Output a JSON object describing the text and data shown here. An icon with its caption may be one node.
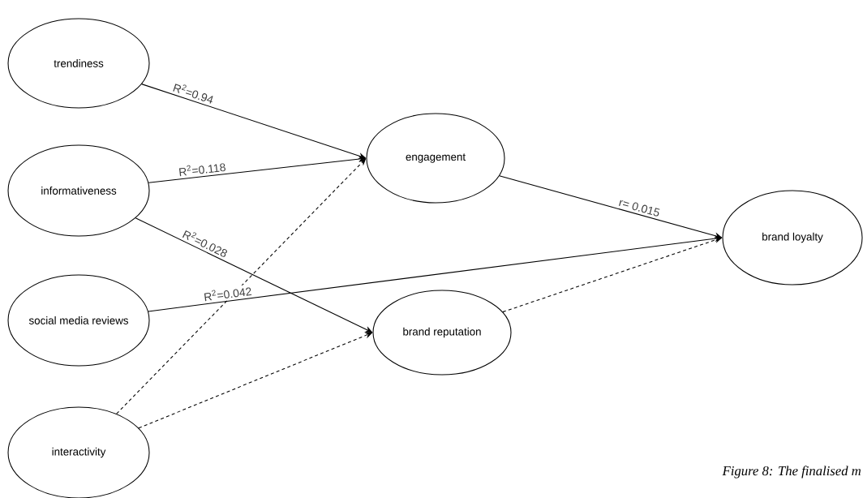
{
  "diagram": {
    "caption": "Figure 8: The finalised m",
    "nodes": [
      {
        "text": [
          "trendiness"
        ]
      },
      {
        "text": [
          "informativeness"
        ]
      },
      {
        "text": [
          "social media reviews"
        ]
      },
      {
        "text": [
          "interactivity"
        ]
      },
      {
        "text": [
          "engagement"
        ]
      },
      {
        "text": [
          "brand reputation"
        ]
      },
      {
        "text": [
          "brand loyalty"
        ]
      }
    ],
    "edges": [
      {
        "from": 0,
        "to": 4,
        "arrow": "to",
        "label": "R$^{2}$=0.94"
      },
      {
        "from": 1,
        "to": 4,
        "arrow": "to",
        "label": "R$^{2}$=0.118"
      },
      {
        "from": 1,
        "to": 5,
        "arrow": "to",
        "label": "R$^{2}$=0.028"
      },
      {
        "from": 2,
        "to": 6,
        "arrow": "to",
        "label": "R$^{2}$=0.042"
      },
      {
        "from": 3,
        "to": 4,
        "arrow": "to",
        "style": "dashed"
      },
      {
        "from": 3,
        "to": 5,
        "arrow": "to",
        "style": "dashed"
      },
      {
        "from": 4,
        "to": 6,
        "arrow": "to",
        "label": "r= 0.015"
      },
      {
        "from": 5,
        "to": 6,
        "arrow": "to",
        "style": "dashed"
      }
    ]
  }
}
